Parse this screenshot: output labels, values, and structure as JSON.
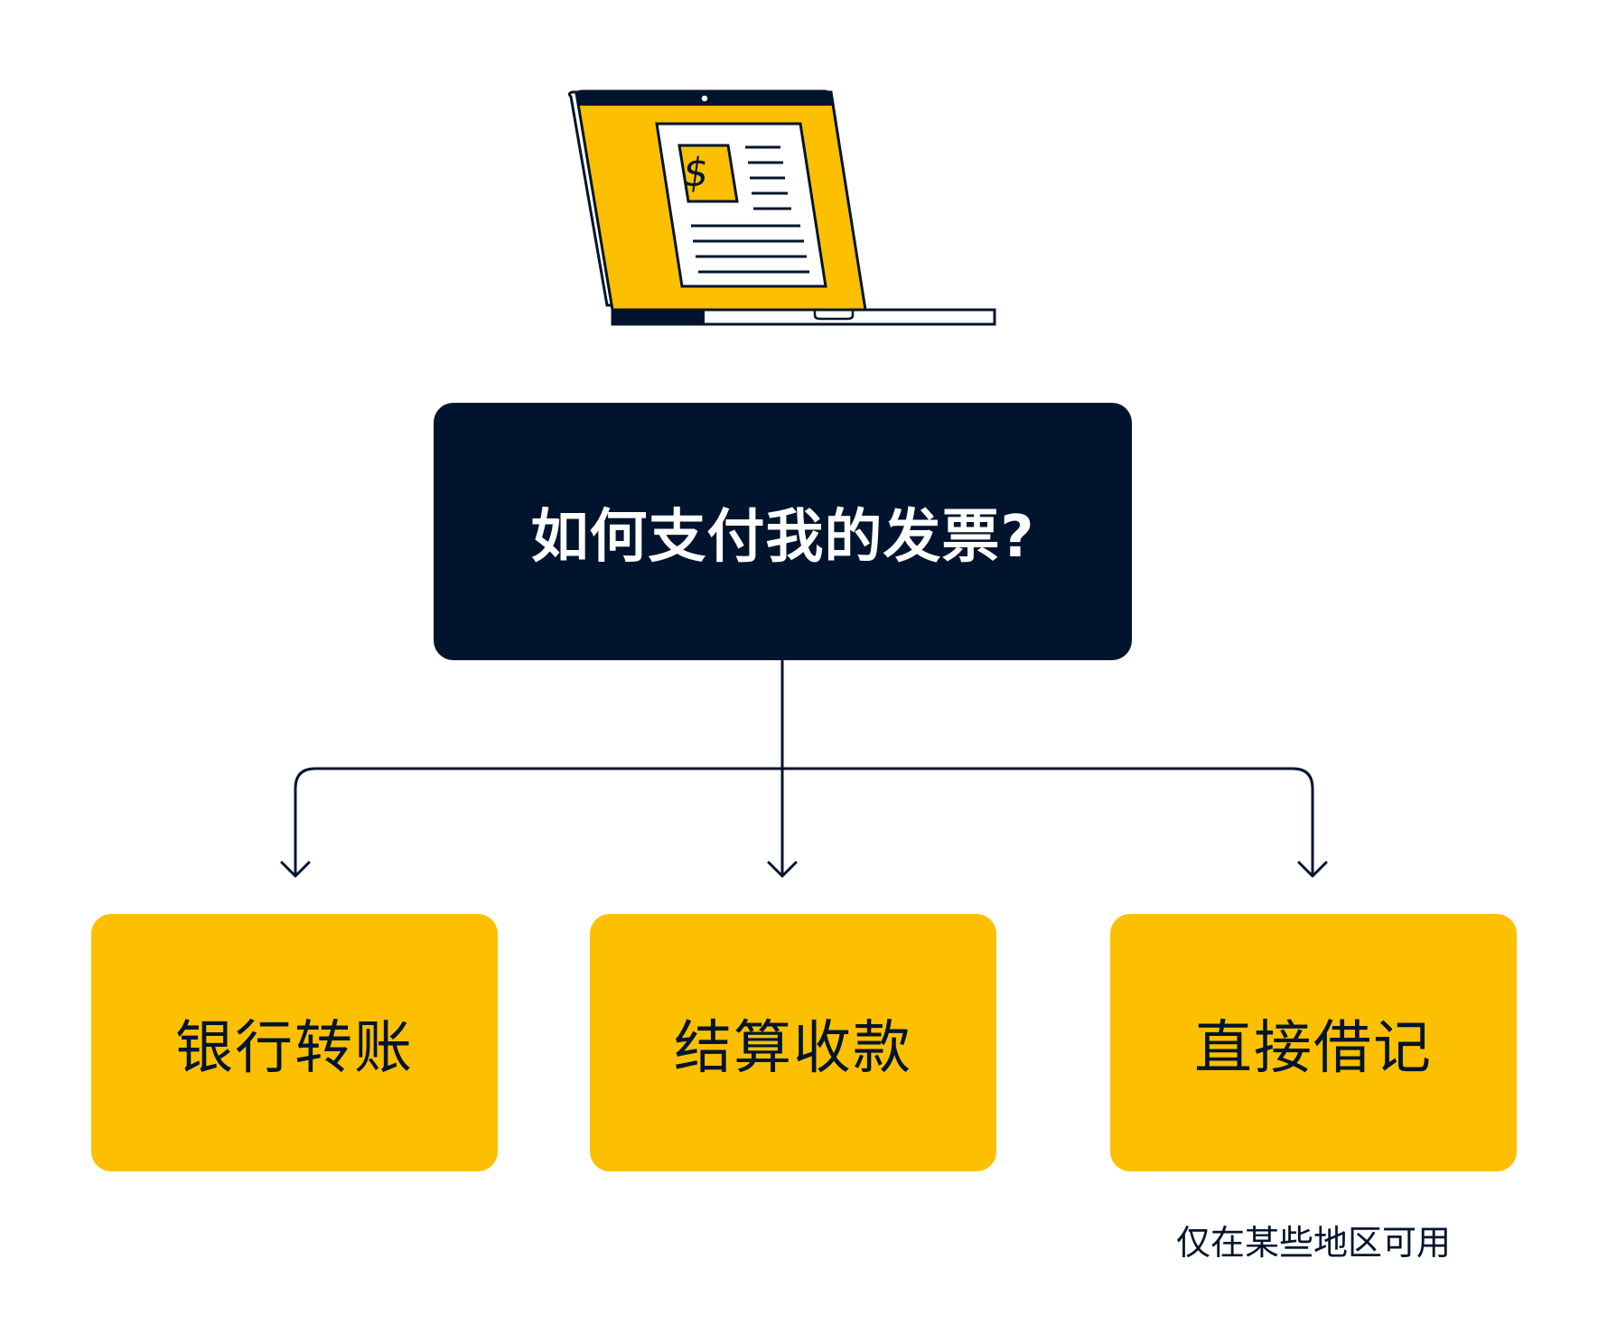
{
  "diagram": {
    "question": "如何支付我的发票?",
    "options": [
      {
        "label": "银行转账"
      },
      {
        "label": "结算收款"
      },
      {
        "label": "直接借记"
      }
    ],
    "note": "仅在某些地区可用"
  },
  "illustration": {
    "icon": "laptop-invoice-icon",
    "symbol": "$"
  },
  "colors": {
    "navy": "#00142d",
    "yellow": "#fcc000",
    "white": "#ffffff"
  }
}
